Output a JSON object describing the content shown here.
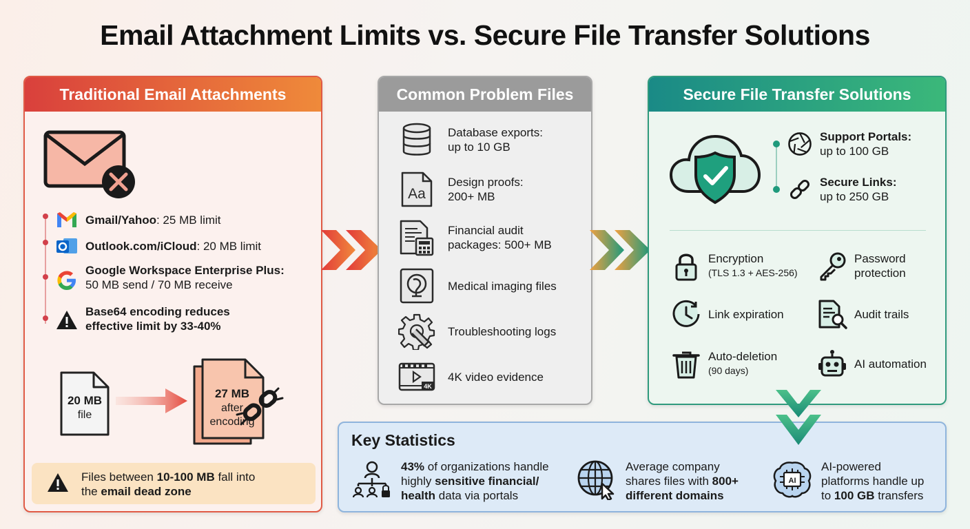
{
  "title": "Email Attachment Limits vs. Secure File Transfer Solutions",
  "left": {
    "header": "Traditional Email Attachments",
    "providers": [
      {
        "name": "Gmail/Yahoo",
        "detail": ": 25 MB limit",
        "icon": "gmail-icon"
      },
      {
        "name": "Outlook.com/iCloud",
        "detail": ": 20 MB limit",
        "icon": "outlook-icon"
      },
      {
        "name": "Google Workspace Enterprise Plus:",
        "detail": "50 MB send / 70 MB receive",
        "icon": "google-icon"
      },
      {
        "name": "Base64 encoding reduces",
        "detail": "effective limit by 33-40%",
        "icon": "warning-icon"
      }
    ],
    "file_small": {
      "size": "20 MB",
      "label": "file"
    },
    "file_large": {
      "size": "27 MB",
      "line2": "after",
      "line3": "encoding"
    },
    "warning": {
      "pre": "Files between ",
      "bold1": "10-100 MB",
      "mid": " fall into",
      "pre2": "the ",
      "bold2": "email dead zone"
    }
  },
  "middle": {
    "header": "Common Problem Files",
    "items": [
      {
        "line1": "Database exports:",
        "line2": "up to 10 GB",
        "icon": "database-icon"
      },
      {
        "line1": "Design proofs:",
        "line2": "200+ MB",
        "icon": "font-file-icon"
      },
      {
        "line1": "Financial audit",
        "line2": "packages: 500+ MB",
        "icon": "calculator-doc-icon"
      },
      {
        "line1": "Medical imaging files",
        "line2": "",
        "icon": "medical-scan-icon"
      },
      {
        "line1": "Troubleshooting logs",
        "line2": "",
        "icon": "gear-wrench-icon"
      },
      {
        "line1": "4K video evidence",
        "line2": "",
        "icon": "video-4k-icon"
      }
    ]
  },
  "right": {
    "header": "Secure File Transfer Solutions",
    "options": [
      {
        "title": "Support Portals:",
        "detail": "up to 100 GB",
        "icon": "aperture-icon"
      },
      {
        "title": "Secure Links:",
        "detail": "up to 250 GB",
        "icon": "link-icon"
      }
    ],
    "features": [
      {
        "label": "Encryption",
        "sub": "(TLS 1.3 + AES-256)",
        "icon": "lock-icon"
      },
      {
        "label": "Password",
        "sub": "protection",
        "icon": "key-icon"
      },
      {
        "label": "Link expiration",
        "sub": "",
        "icon": "clock-icon"
      },
      {
        "label": "Audit trails",
        "sub": "",
        "icon": "audit-doc-icon"
      },
      {
        "label": "Auto-deletion",
        "sub": "(90 days)",
        "icon": "trash-icon"
      },
      {
        "label": "AI automation",
        "sub": "",
        "icon": "robot-icon"
      }
    ]
  },
  "stats": {
    "header": "Key Statistics",
    "items": [
      {
        "l1b": "43%",
        "l1": " of organizations handle",
        "l2": "highly ",
        "l2b": "sensitive financial/",
        "l3": "health",
        "l3n": " data via portals",
        "icon": "org-chart-icon"
      },
      {
        "l1": "Average company",
        "l2": "shares files with ",
        "l2b": "800+",
        "l3": "different domains",
        "icon": "globe-cursor-icon"
      },
      {
        "l1": "AI-powered",
        "l2": "platforms handle up",
        "l3": "to ",
        "l3b": "100 GB",
        "l3n": " transfers",
        "icon": "ai-brain-icon"
      }
    ]
  }
}
